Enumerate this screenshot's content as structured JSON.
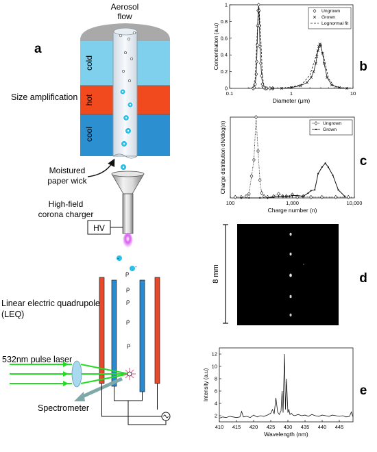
{
  "left": {
    "panel_letter": "a",
    "aerosol_flow": [
      "Aerosol",
      "flow"
    ],
    "zones": [
      "cold",
      "hot",
      "cool"
    ],
    "size_amplification": "Size amplification",
    "moistured_wick": [
      "Moistured",
      "paper wick"
    ],
    "charger_label": [
      "High-field",
      "corona charger"
    ],
    "hv_label": "HV",
    "leq_label": [
      "Linear electric quadrupole",
      "(LEQ)"
    ],
    "laser_label": "532nm pulse laser",
    "spectrometer_label": "Spectrometer",
    "colors": {
      "cold": "#7fd0ec",
      "hot": "#f04a1e",
      "cool": "#2b8fd0",
      "rod_red": "#e8492a",
      "rod_blue": "#2a8ad0",
      "laser": "#22dd22",
      "particle": "#2bbfe8"
    }
  },
  "panels": {
    "b": "b",
    "c": "c",
    "d": "d",
    "e": "e"
  },
  "panel_d": {
    "ylabel": "8 mm"
  },
  "chart_data": [
    {
      "id": "b",
      "type": "line",
      "xscale": "log",
      "xlim": [
        0.1,
        10
      ],
      "ylim": [
        0,
        1
      ],
      "xticks": [
        "0.1",
        "1",
        "10"
      ],
      "yticks": [
        "0",
        "0.2",
        "0.4",
        "0.6",
        "0.8",
        "1"
      ],
      "xlabel": "Diameter (μm)",
      "ylabel": "Concentration (a.u)",
      "legend": [
        "Ungrown",
        "Grown",
        "Lognormal fit"
      ],
      "legend_position": "top-right",
      "series": [
        {
          "name": "Ungrown",
          "marker": "diamond",
          "x": [
            0.24,
            0.25,
            0.26,
            0.27,
            0.275,
            0.28,
            0.285,
            0.29,
            0.295,
            0.3,
            0.305,
            0.31,
            0.32,
            0.33,
            0.34,
            0.35,
            0.36,
            0.38,
            0.4,
            0.45,
            0.5
          ],
          "y": [
            0,
            0.01,
            0.05,
            0.17,
            0.32,
            0.52,
            0.75,
            0.93,
            1.0,
            0.93,
            0.75,
            0.5,
            0.3,
            0.15,
            0.05,
            0.02,
            0.01,
            0,
            0,
            0,
            0
          ]
        },
        {
          "name": "Grown",
          "marker": "x",
          "x": [
            0.5,
            0.7,
            1.0,
            1.4,
            1.8,
            2.1,
            2.3,
            2.5,
            2.6,
            2.7,
            2.8,
            2.9,
            3.0,
            3.2,
            3.4,
            3.8,
            4.5,
            6,
            8
          ],
          "y": [
            0,
            0,
            0.01,
            0.03,
            0.07,
            0.13,
            0.2,
            0.3,
            0.38,
            0.45,
            0.5,
            0.53,
            0.52,
            0.42,
            0.3,
            0.13,
            0.04,
            0.01,
            0
          ]
        },
        {
          "name": "Lognormal fit",
          "style": "dashed",
          "x": [
            0.2,
            0.24,
            0.26,
            0.28,
            0.3,
            0.32,
            0.34,
            0.36,
            0.4,
            0.5,
            0.7,
            1.0,
            1.5,
            2.0,
            2.5,
            2.9,
            3.3,
            4.0,
            5.0,
            7.0,
            10
          ],
          "y": [
            0,
            0.01,
            0.12,
            0.65,
            0.97,
            0.6,
            0.15,
            0.03,
            0,
            0,
            0.002,
            0.012,
            0.05,
            0.16,
            0.38,
            0.53,
            0.4,
            0.12,
            0.02,
            0,
            0
          ]
        }
      ]
    },
    {
      "id": "c",
      "type": "line",
      "xscale": "log",
      "xlim": [
        100,
        10000
      ],
      "ylim": [
        0,
        1
      ],
      "xticks": [
        "100",
        "1,000",
        "10,000"
      ],
      "xlabel": "Charge number (n)",
      "ylabel": "Charge distribution dN/dlog(n)",
      "legend": [
        "Ungrown",
        "Grown"
      ],
      "legend_position": "top-right",
      "series": [
        {
          "name": "Ungrown",
          "marker": "diamond",
          "style": "dotted",
          "x": [
            120,
            150,
            180,
            200,
            220,
            240,
            260,
            280,
            300,
            320,
            350,
            400,
            500,
            600,
            700,
            800,
            1000,
            1200,
            1500,
            2000,
            3000,
            5000,
            8000
          ],
          "y": [
            0.01,
            0.01,
            0.02,
            0.05,
            0.27,
            0.47,
            1.0,
            0.58,
            0.22,
            0.06,
            0.02,
            0.01,
            0.02,
            0.05,
            0.02,
            0.02,
            0.04,
            0.01,
            0.02,
            0.01,
            0.01,
            0.01,
            0.01
          ]
        },
        {
          "name": "Grown",
          "marker": "dot",
          "style": "solid",
          "x": [
            150,
            200,
            300,
            400,
            500,
            600,
            700,
            800,
            900,
            1000,
            1200,
            1500,
            1800,
            2000,
            2300,
            2600,
            3000,
            3400,
            3800,
            4500,
            5500,
            7000
          ],
          "y": [
            0,
            0,
            0,
            0,
            0.01,
            0.02,
            0.02,
            0.02,
            0.02,
            0.03,
            0.03,
            0.02,
            0.06,
            0.09,
            0.1,
            0.3,
            0.38,
            0.43,
            0.38,
            0.28,
            0.1,
            0.02
          ]
        }
      ]
    },
    {
      "id": "e",
      "type": "line",
      "xlim": [
        410,
        449
      ],
      "ylim": [
        1,
        13
      ],
      "xticks": [
        "410",
        "415",
        "420",
        "425",
        "430",
        "435",
        "440",
        "445"
      ],
      "yticks": [
        "2",
        "4",
        "6",
        "8",
        "10",
        "12"
      ],
      "xlabel": "Wavelength (nm)",
      "ylabel": "Intensity (a.u)",
      "series": [
        {
          "name": "",
          "x": [
            410,
            411,
            412,
            413,
            414,
            415,
            416,
            416.5,
            417,
            418,
            419,
            420,
            421,
            422,
            423,
            424,
            425,
            425.5,
            426,
            426.5,
            427,
            427.5,
            428,
            428.3,
            428.6,
            429,
            429.3,
            429.6,
            430,
            430.3,
            430.6,
            431,
            431.5,
            432,
            433,
            434,
            435,
            436,
            437,
            438,
            439,
            440,
            441,
            442,
            443,
            444,
            445,
            446,
            447,
            448,
            448.5,
            449
          ],
          "y": [
            1.6,
            1.8,
            1.7,
            1.9,
            1.8,
            1.7,
            1.8,
            2.7,
            1.8,
            1.9,
            1.7,
            2.1,
            1.8,
            2.0,
            1.9,
            2.1,
            2.4,
            3.0,
            2.3,
            4.9,
            2.6,
            2.2,
            2.8,
            6.0,
            2.5,
            12.0,
            3.0,
            8.0,
            2.5,
            3.0,
            2.2,
            2.4,
            2.1,
            2.0,
            2.2,
            2.0,
            2.1,
            1.9,
            2.2,
            2.0,
            1.9,
            2.1,
            2.0,
            1.9,
            2.1,
            2.0,
            1.9,
            2.0,
            1.8,
            1.9,
            2.6,
            1.8
          ]
        }
      ]
    }
  ]
}
